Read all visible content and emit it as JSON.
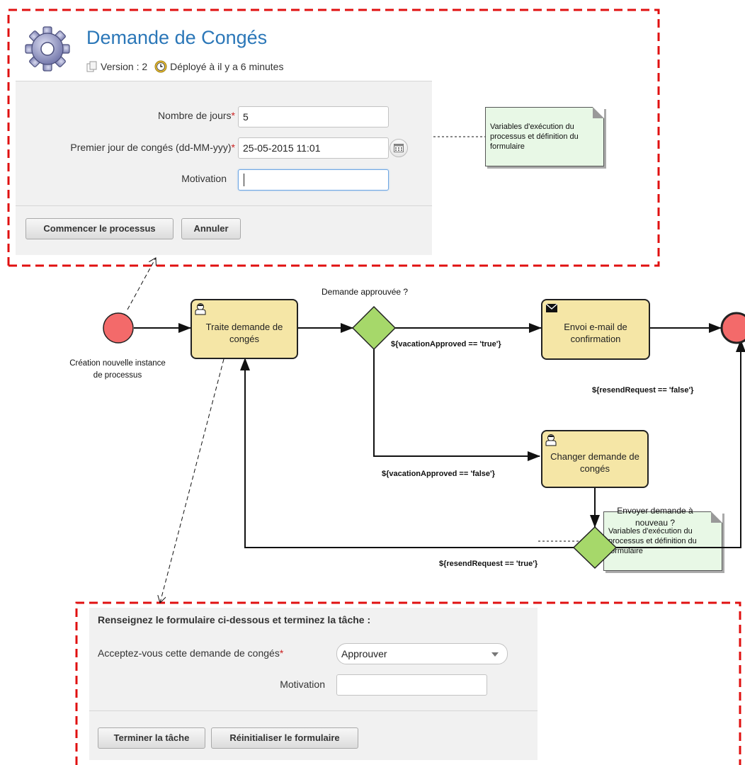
{
  "start_form": {
    "title": "Demande de Congés",
    "version": "Version : 2",
    "deployed": "Déployé à il y a 6 minutes",
    "fields": [
      {
        "label": "Nombre de jours",
        "required_mark": "*",
        "value": "5"
      },
      {
        "label": "Premier jour de congés (dd-MM-yyy)",
        "required_mark": "*",
        "value": "25-05-2015 11:01"
      },
      {
        "label": "Motivation",
        "value": ""
      }
    ],
    "buttons": {
      "start": "Commencer le processus",
      "cancel": "Annuler"
    }
  },
  "task_form": {
    "heading": "Renseignez le formulaire ci-dessous et terminez la tâche :",
    "fields": [
      {
        "label": "Acceptez-vous cette demande de congés",
        "required_mark": "*",
        "value": "Approuver"
      },
      {
        "label": "Motivation",
        "value": ""
      }
    ],
    "buttons": {
      "complete": "Terminer la tâche",
      "reset": "Réinitialiser le formulaire"
    }
  },
  "notes": {
    "top": "Variables d'exécution du processus et définition du formulaire",
    "bottom": "Variables d'exécution du processus et définition du formulaire"
  },
  "diagram": {
    "start_event_label": "Création nouvelle instance de processus",
    "tasks": {
      "treat": "Traite demande de congés",
      "email": "Envoi e-mail de confirmation",
      "change": "Changer demande de congés"
    },
    "gateways": {
      "approved_question": "Demande approuvée ?",
      "resend_question": "Envoyer demande à nouveau ?"
    },
    "conditions": {
      "approved_true": "${vacationApproved == 'true'}",
      "approved_false": "${vacationApproved == 'false'}",
      "resend_false": "${resendRequest == 'false'}",
      "resend_true": "${resendRequest == 'true'}"
    },
    "colors": {
      "event_fill": "#f36a6a",
      "task_fill": "#f5e6a6",
      "gateway_fill": "#a6d86a",
      "frame_dash": "#e01010"
    }
  }
}
